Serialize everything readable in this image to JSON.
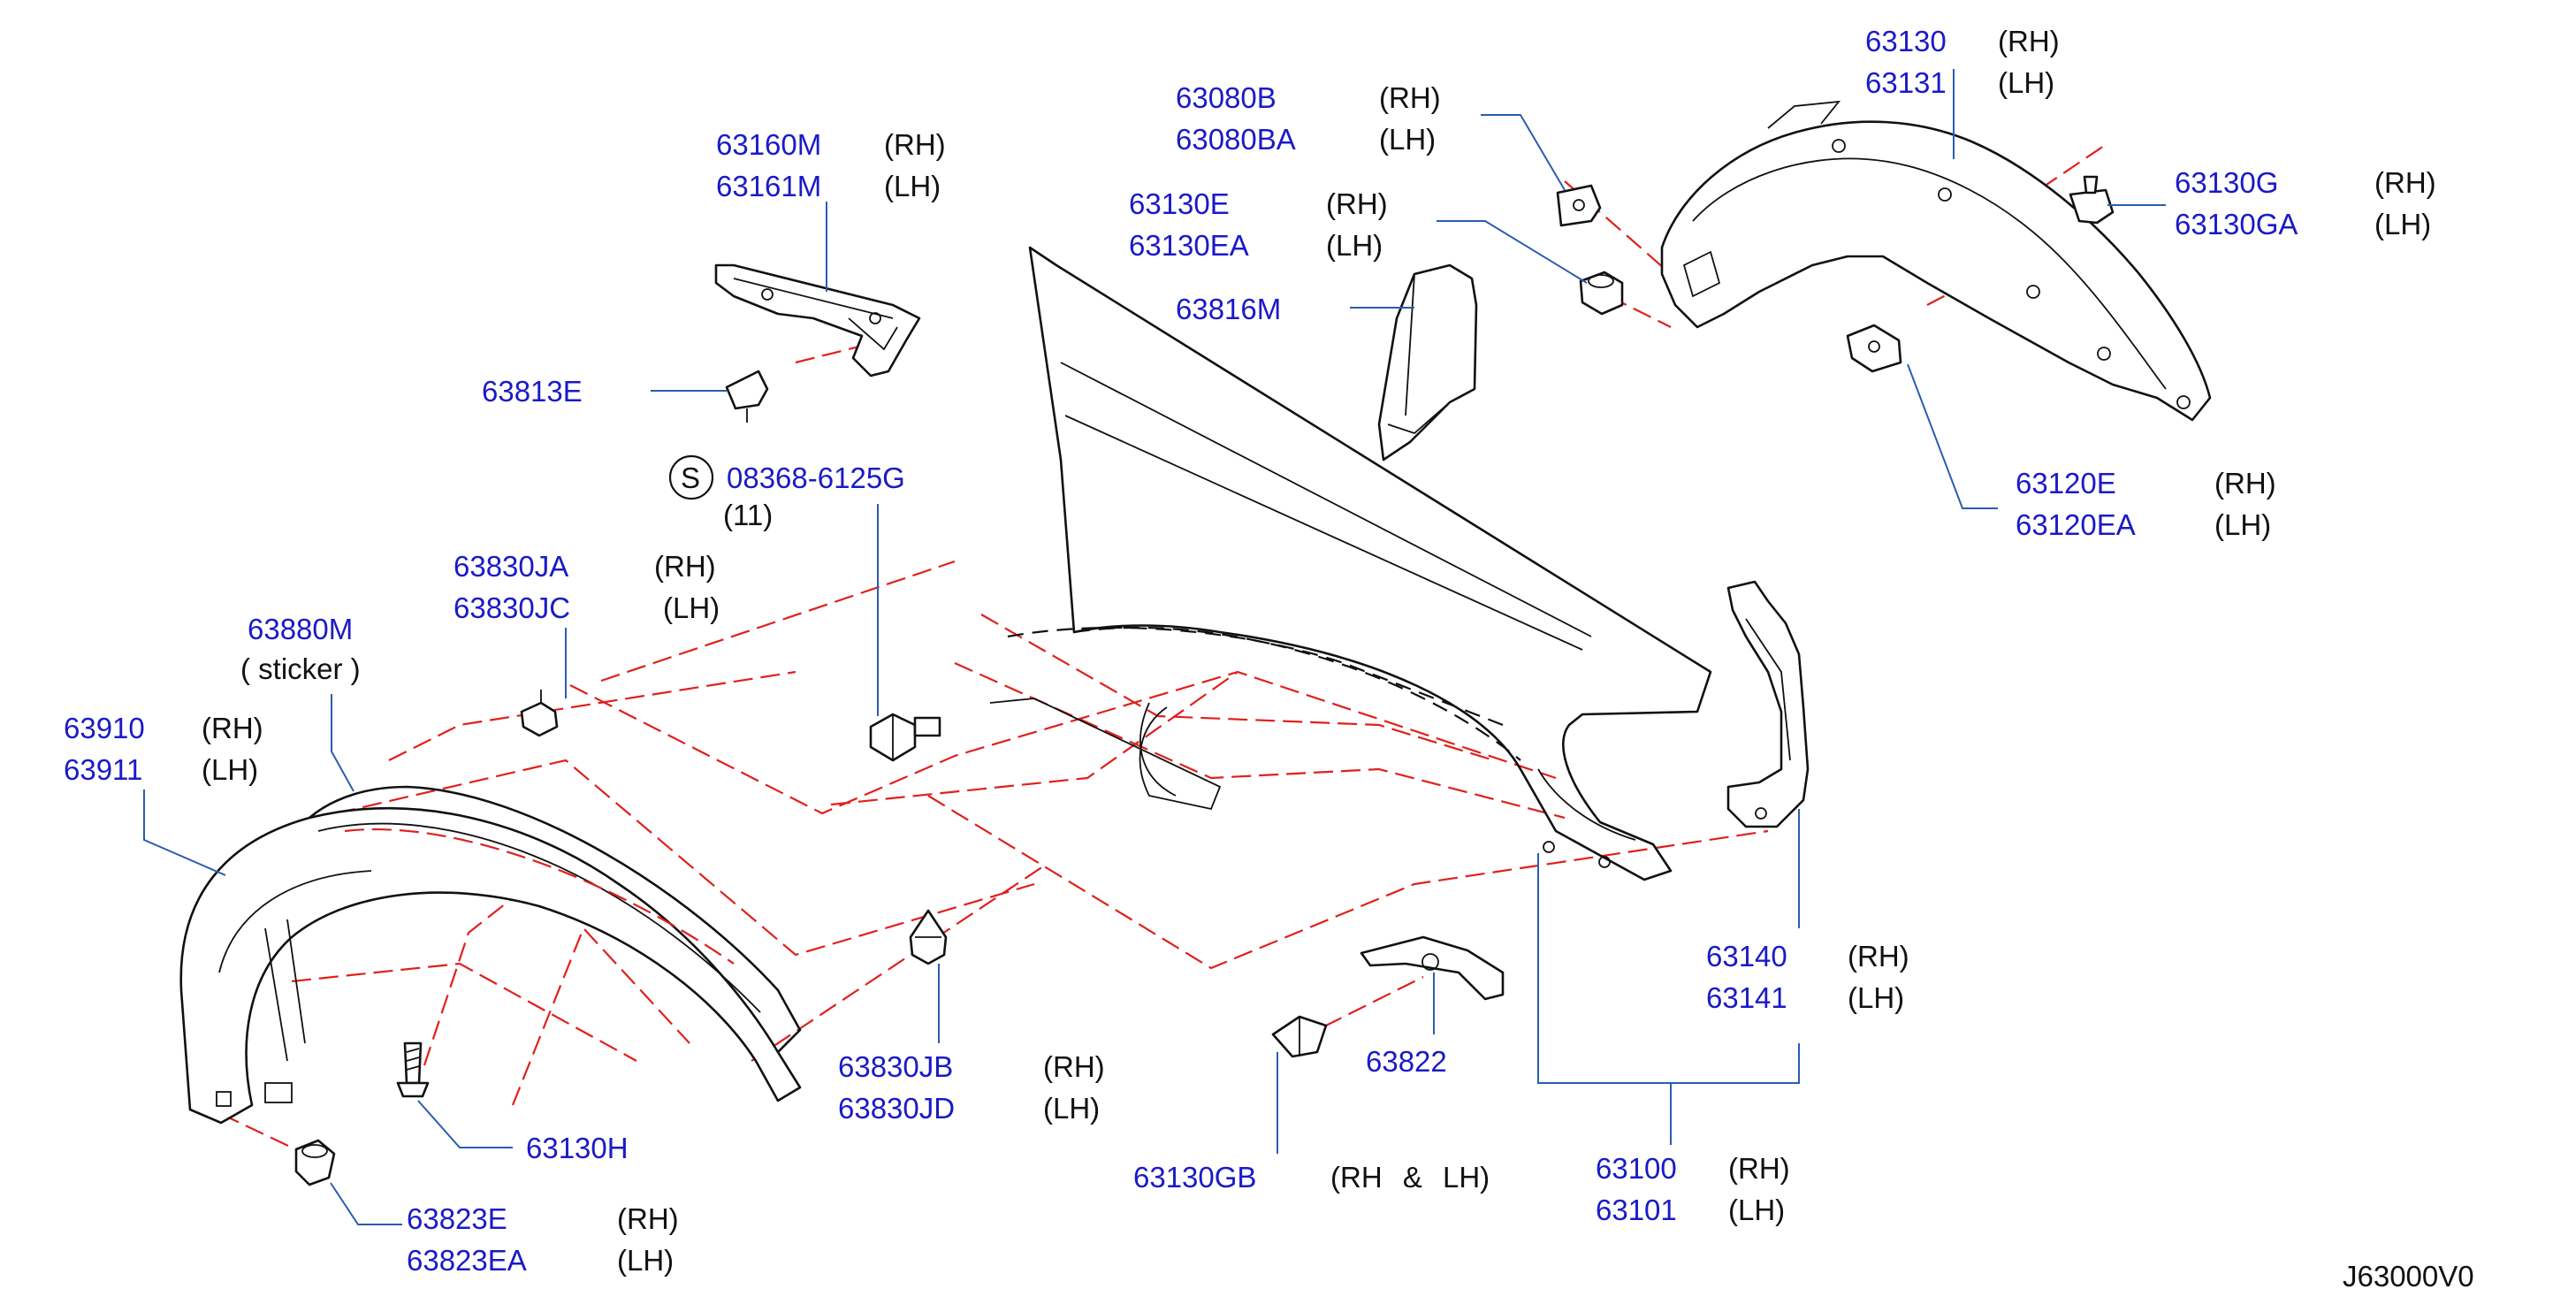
{
  "diagram_code": "J63000V0",
  "callouts": {
    "c63160": {
      "pn1": "63160M",
      "side1": "(RH)",
      "pn2": "63161M",
      "side2": "(LH)"
    },
    "c63813E": {
      "pn1": "63813E"
    },
    "c08368": {
      "circle": "S",
      "pn1": "08368-6125G",
      "qty": "(11)"
    },
    "c63830JA": {
      "pn1": "63830JA",
      "side1": "(RH)",
      "pn2": "63830JC",
      "side2": "(LH)"
    },
    "c63880M": {
      "pn1": "63880M",
      "note": "( sticker )"
    },
    "c63910": {
      "pn1": "63910",
      "side1": "(RH)",
      "pn2": "63911",
      "side2": "(LH)"
    },
    "c63830JB": {
      "pn1": "63830JB",
      "side1": "(RH)",
      "pn2": "63830JD",
      "side2": "(LH)"
    },
    "c63130H": {
      "pn1": "63130H"
    },
    "c63823E": {
      "pn1": "63823E",
      "side1": "(RH)",
      "pn2": "63823EA",
      "side2": "(LH)"
    },
    "c63080B": {
      "pn1": "63080B",
      "side1": "(RH)",
      "pn2": "63080BA",
      "side2": "(LH)"
    },
    "c63130E": {
      "pn1": "63130E",
      "side1": "(RH)",
      "pn2": "63130EA",
      "side2": "(LH)"
    },
    "c63816M": {
      "pn1": "63816M"
    },
    "c63130": {
      "pn1": "63130",
      "side1": "(RH)",
      "pn2": "63131",
      "side2": "(LH)"
    },
    "c63130G": {
      "pn1": "63130G",
      "side1": "(RH)",
      "pn2": "63130GA",
      "side2": "(LH)"
    },
    "c63120E": {
      "pn1": "63120E",
      "side1": "(RH)",
      "pn2": "63120EA",
      "side2": "(LH)"
    },
    "c63140": {
      "pn1": "63140",
      "side1": "(RH)",
      "pn2": "63141",
      "side2": "(LH)"
    },
    "c63822": {
      "pn1": "63822"
    },
    "c63130GB": {
      "pn1": "63130GB",
      "side1": "(RH & LH)"
    },
    "c63100": {
      "pn1": "63100",
      "side1": "(RH)",
      "pn2": "63101",
      "side2": "(LH)"
    }
  }
}
